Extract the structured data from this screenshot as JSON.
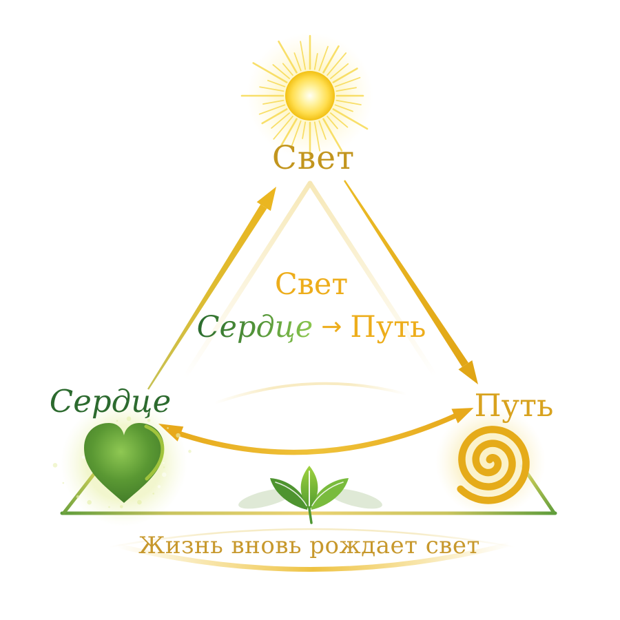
{
  "diagram": {
    "nodes": {
      "top": {
        "label": "Свет",
        "icon": "sun-icon"
      },
      "left": {
        "label": "Сердце",
        "icon": "heart-icon"
      },
      "right": {
        "label": "Путь",
        "icon": "spiral-icon"
      }
    },
    "center": {
      "line1": "Свет",
      "heart": "Сердце",
      "arrow": "→",
      "path": "Путь"
    },
    "footer": {
      "caption": "Жизнь вновь рождает свет",
      "icon": "sprout-icon"
    },
    "colors": {
      "gold": "#D8A21E",
      "gold-bright": "#EDAD1B",
      "gold-deep": "#C2951E",
      "arrow-gold": "#E8AC1C",
      "green-dark": "#2C6A2E",
      "green-mid": "#4E8F33",
      "green-light": "#8CC84B",
      "footer-gold": "#C7982C"
    }
  }
}
